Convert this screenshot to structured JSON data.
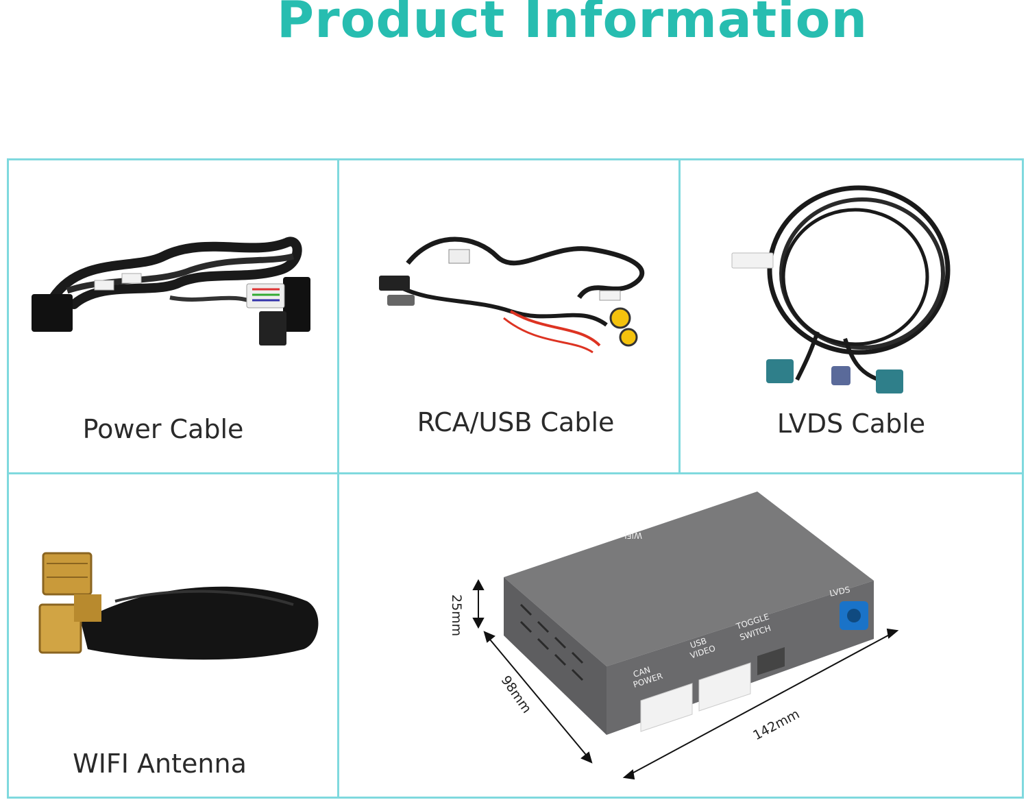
{
  "header": {
    "title": "Product Information"
  },
  "items": [
    {
      "label": "Power Cable",
      "icon": "power-cable-harness"
    },
    {
      "label": "RCA/USB Cable",
      "icon": "rca-usb-cable"
    },
    {
      "label": "LVDS Cable",
      "icon": "lvds-coiled-cable"
    },
    {
      "label": "WIFI Antenna",
      "icon": "wifi-antenna"
    },
    {
      "label": "",
      "icon": "interface-box"
    }
  ],
  "box": {
    "ports": {
      "wifi": "WIFI",
      "lvds": "LVDS",
      "toggle_switch_1": "TOGGLE",
      "toggle_switch_2": "SWITCH",
      "usb_video_1": "USB",
      "usb_video_2": "VIDEO",
      "can_power_1": "CAN",
      "can_power_2": "POWER"
    },
    "dimensions": {
      "height": "25mm",
      "depth": "98mm",
      "width": "142mm"
    }
  },
  "colors": {
    "accent": "#27bdb0",
    "grid": "#7fd9de",
    "fakra_blue": "#1a73c8",
    "box_gray": "#6f6f70"
  }
}
